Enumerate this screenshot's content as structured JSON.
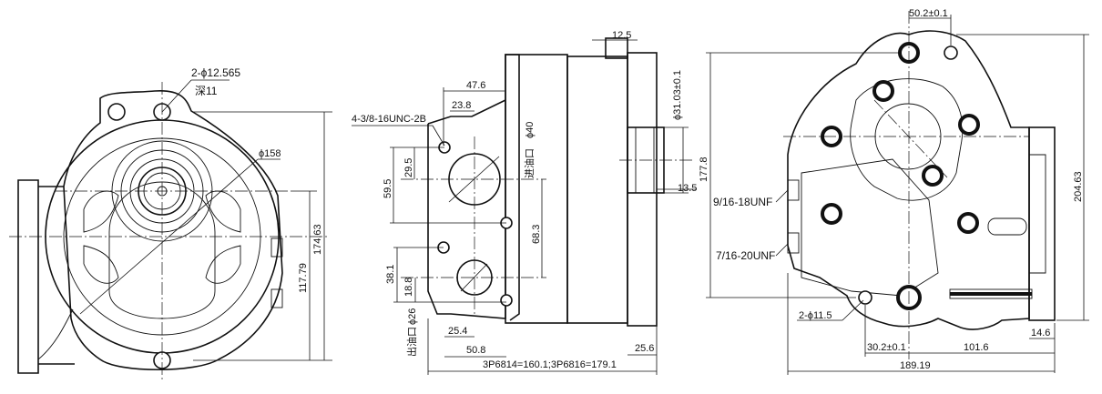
{
  "views": {
    "front": {
      "callout_holes": "2-ϕ12.565",
      "callout_depth": "深11",
      "bore_dia": "ϕ158",
      "height_total": "174.63",
      "height_center": "117.79"
    },
    "side": {
      "thread_callout": "4-3/8-16UNC-2B",
      "dim_top_width": "47.6",
      "dim_inner_width": "23.8",
      "dim_left_upper": "29.5",
      "dim_left_total": "59.5",
      "inlet_dia": "ϕ40",
      "inlet_label": "进油口",
      "dim_center_height": "68.3",
      "dim_lower_1": "38.1",
      "dim_lower_2": "18.8",
      "outlet_dia": "ϕ26",
      "outlet_label": "出油口",
      "dim_bottom_1": "25.4",
      "dim_bottom_2": "50.8",
      "dim_flange_top": "12.5",
      "dim_shaft_dia": "ϕ31.03±0.1",
      "dim_shaft_len": "13.5",
      "dim_right_small": "25.6",
      "dim_overall": "3P6814=160.1;3P6816=179.1"
    },
    "rear": {
      "dim_top_center": "50.2±0.1",
      "dim_overall_height": "177.8",
      "port_1": "9/16-18UNF",
      "port_2": "7/16-20UNF",
      "dim_right_height": "204.63",
      "dim_hole_dia": "2-ϕ11.5",
      "dim_bottom_center": "30.2±0.1",
      "dim_bottom_mid": "101.6",
      "dim_right_small": "14.6",
      "dim_overall_width": "189.19"
    }
  }
}
